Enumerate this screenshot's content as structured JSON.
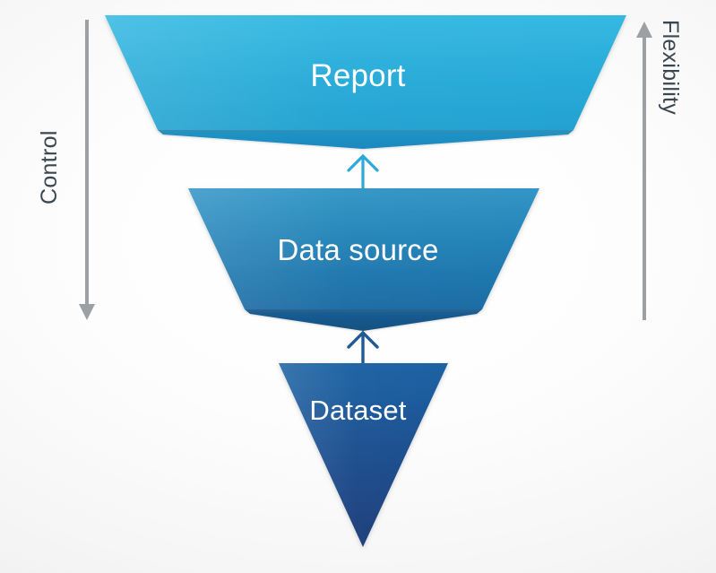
{
  "diagram": {
    "type": "inverted-funnel",
    "title_visible": false,
    "background_color": "#f2f2f2",
    "stages": [
      {
        "id": "report",
        "label": "Report",
        "level": 1,
        "shape": "trapezoid",
        "fill_top": "#2fb3de",
        "fill_bottom": "#23a5d4",
        "fold_color": "#1d90c4",
        "text_color": "#ffffff"
      },
      {
        "id": "data-source",
        "label": "Data source",
        "level": 2,
        "shape": "trapezoid",
        "fill_top": "#2f94c6",
        "fill_bottom": "#1a6ba4",
        "fold_color": "#175a90",
        "text_color": "#ffffff"
      },
      {
        "id": "dataset",
        "label": "Dataset",
        "level": 3,
        "shape": "triangle",
        "fill_top": "#1d5d9e",
        "fill_bottom": "#1b3f7d",
        "fold_color": "#1b3f7d",
        "text_color": "#ffffff"
      }
    ],
    "connectors": [
      {
        "id": "dataset-to-data-source",
        "direction": "up",
        "from": "dataset",
        "to": "data-source",
        "color": "#1f5a94"
      },
      {
        "id": "data-source-to-report",
        "direction": "up",
        "from": "data-source",
        "to": "report",
        "color": "#2ba9d8"
      }
    ],
    "axes": [
      {
        "id": "control",
        "label": "Control",
        "side": "left",
        "direction": "down",
        "color": "#9aa0a4",
        "text_color": "#3a4750"
      },
      {
        "id": "flexibility",
        "label": "Flexibility",
        "side": "right",
        "direction": "up",
        "color": "#9aa0a4",
        "text_color": "#3a4750"
      }
    ]
  }
}
